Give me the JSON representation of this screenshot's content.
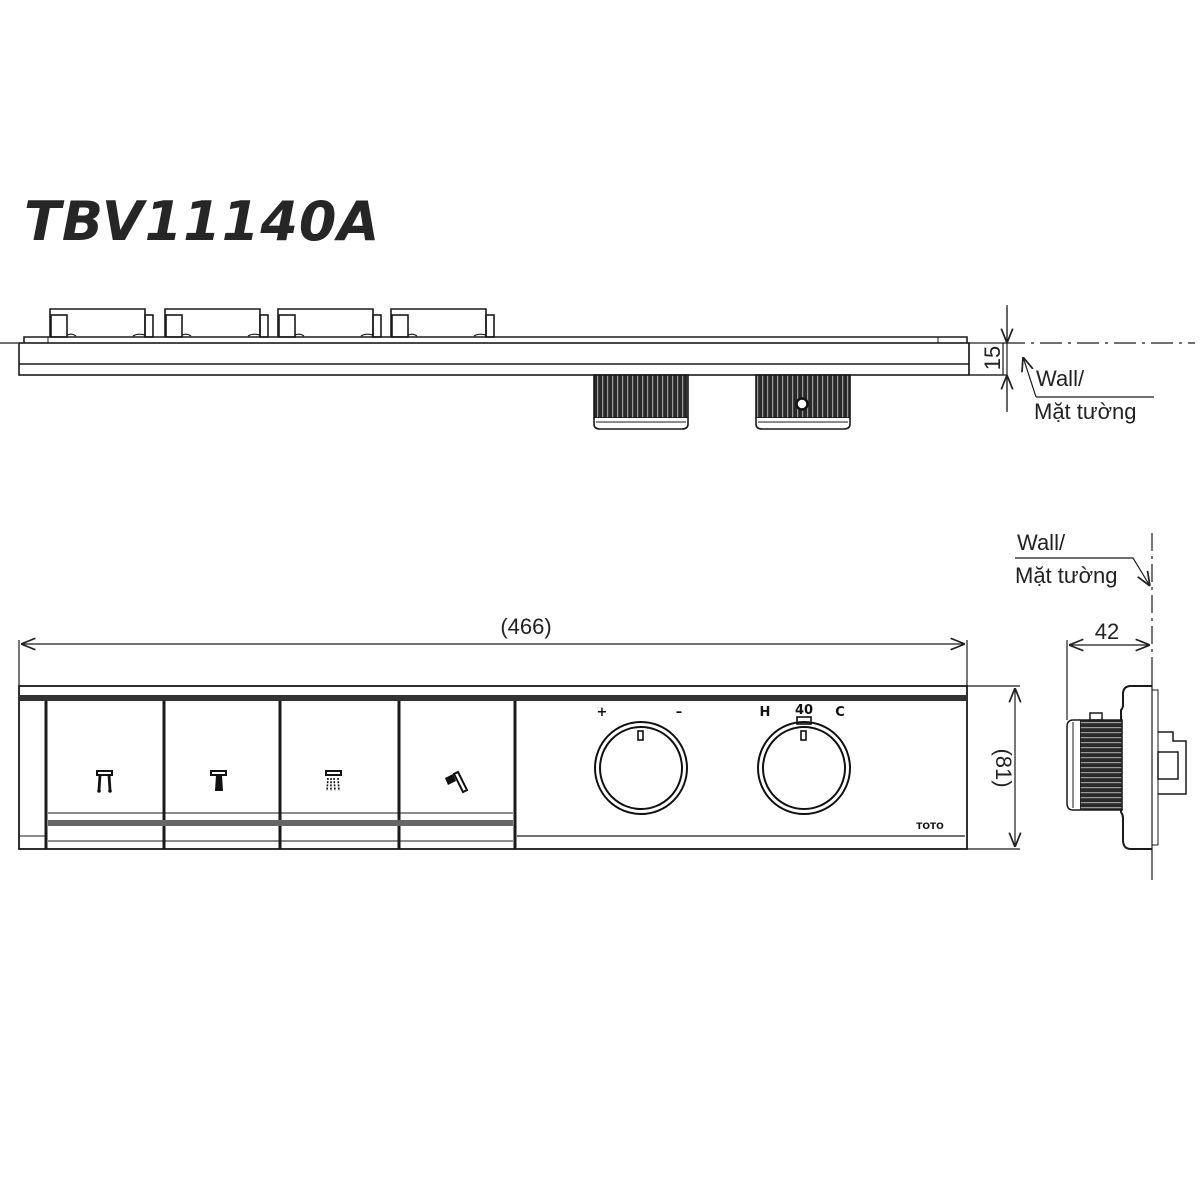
{
  "title": "TBV11140A",
  "top_view": {
    "dimension_depth": "15",
    "wall_label_line1": "Wall/",
    "wall_label_line2": "Mặt tường",
    "button_count": 4,
    "knob_count": 2
  },
  "front_view": {
    "dimension_width": "(466)",
    "dimension_height": "(81)",
    "buttons": [
      {
        "icon": "faucet-spout-dual-icon",
        "function": "spout"
      },
      {
        "icon": "faucet-spout-single-icon",
        "function": "spout"
      },
      {
        "icon": "overhead-shower-icon",
        "function": "shower"
      },
      {
        "icon": "hand-shower-icon",
        "function": "hand shower"
      }
    ],
    "flow_knob": {
      "plus_label": "+",
      "minus_label": "–"
    },
    "temp_knob": {
      "hot_label": "H",
      "preset_label": "40",
      "cold_label": "C"
    },
    "brand_mark": "TOTO"
  },
  "side_view": {
    "dimension_projection": "42",
    "wall_label_line1": "Wall/",
    "wall_label_line2": "Mặt tường"
  },
  "colors": {
    "line": "#1a1a1a",
    "knob_dark": "#2a2a2a",
    "title": "#262626",
    "background": "#ffffff"
  }
}
